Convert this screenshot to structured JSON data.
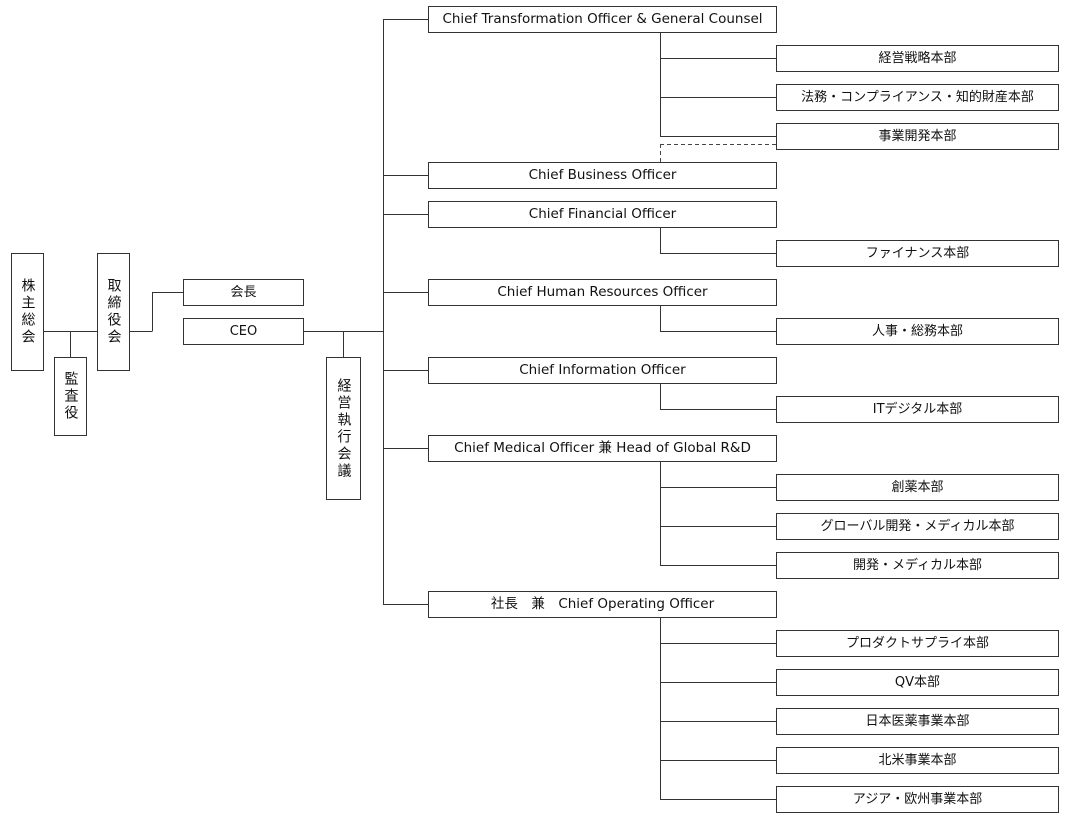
{
  "governance": {
    "shareholders_meeting": "株主総会",
    "auditor": "監査役",
    "board": "取締役会",
    "chairman": "会長",
    "ceo": "CEO",
    "executive_committee": "経営執行会議"
  },
  "officers": [
    {
      "label": "Chief Transformation Officer & General Counsel"
    },
    {
      "label": "Chief Business Officer"
    },
    {
      "label": "Chief Financial Officer"
    },
    {
      "label": "Chief Human Resources Officer"
    },
    {
      "label": "Chief Information Officer"
    },
    {
      "label": "Chief Medical Officer 兼 Head of Global R&D"
    },
    {
      "label": "社長　兼　Chief Operating Officer"
    }
  ],
  "departments": [
    {
      "label": "経営戦略本部"
    },
    {
      "label": "法務・コンプライアンス・知的財産本部"
    },
    {
      "label": "事業開発本部"
    },
    {
      "label": "ファイナンス本部"
    },
    {
      "label": "人事・総務本部"
    },
    {
      "label": "ITデジタル本部"
    },
    {
      "label": "創薬本部"
    },
    {
      "label": "グローバル開発・メディカル本部"
    },
    {
      "label": "開発・メディカル本部"
    },
    {
      "label": "プロダクトサプライ本部"
    },
    {
      "label": "QV本部"
    },
    {
      "label": "日本医薬事業本部"
    },
    {
      "label": "北米事業本部"
    },
    {
      "label": "アジア・欧州事業本部"
    }
  ]
}
